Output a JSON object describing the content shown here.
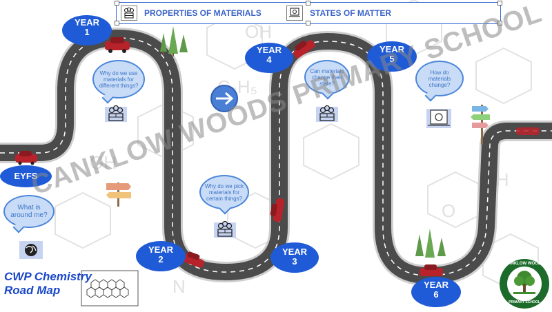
{
  "nav": {
    "tab1_label": "PROPERTIES OF MATERIALS",
    "tab2_label": "STATES OF MATTER"
  },
  "years": {
    "eyfs": "EYFS",
    "y1": "YEAR\n1",
    "y2": "YEAR\n2",
    "y3": "YEAR\n3",
    "y4": "YEAR\n4",
    "y5": "YEAR\n5",
    "y6": "YEAR\n6"
  },
  "questions": {
    "eyfs": "What is around me?",
    "y1": "Why do we use materials for different things?",
    "y2": "Why do we pick materials for certain things?",
    "y4": "Can materials change their state?",
    "y5": "How do materials change?"
  },
  "title": {
    "line1": "CWP Chemistry",
    "line2": "Road Map"
  },
  "watermark": "CANKLOW WOODS PRIMARY SCHOOL",
  "logo": {
    "top": "CANKLOW WOODS",
    "bottom": "PRIMARY SCHOOL"
  },
  "colors": {
    "road": "#4b4b4b",
    "road_edge": "#cfcfcf",
    "accent_blue": "#1f5bd6",
    "bubble_fill": "#c9dcf7",
    "car_red": "#b8232b",
    "logo_green": "#1d6b2a"
  }
}
